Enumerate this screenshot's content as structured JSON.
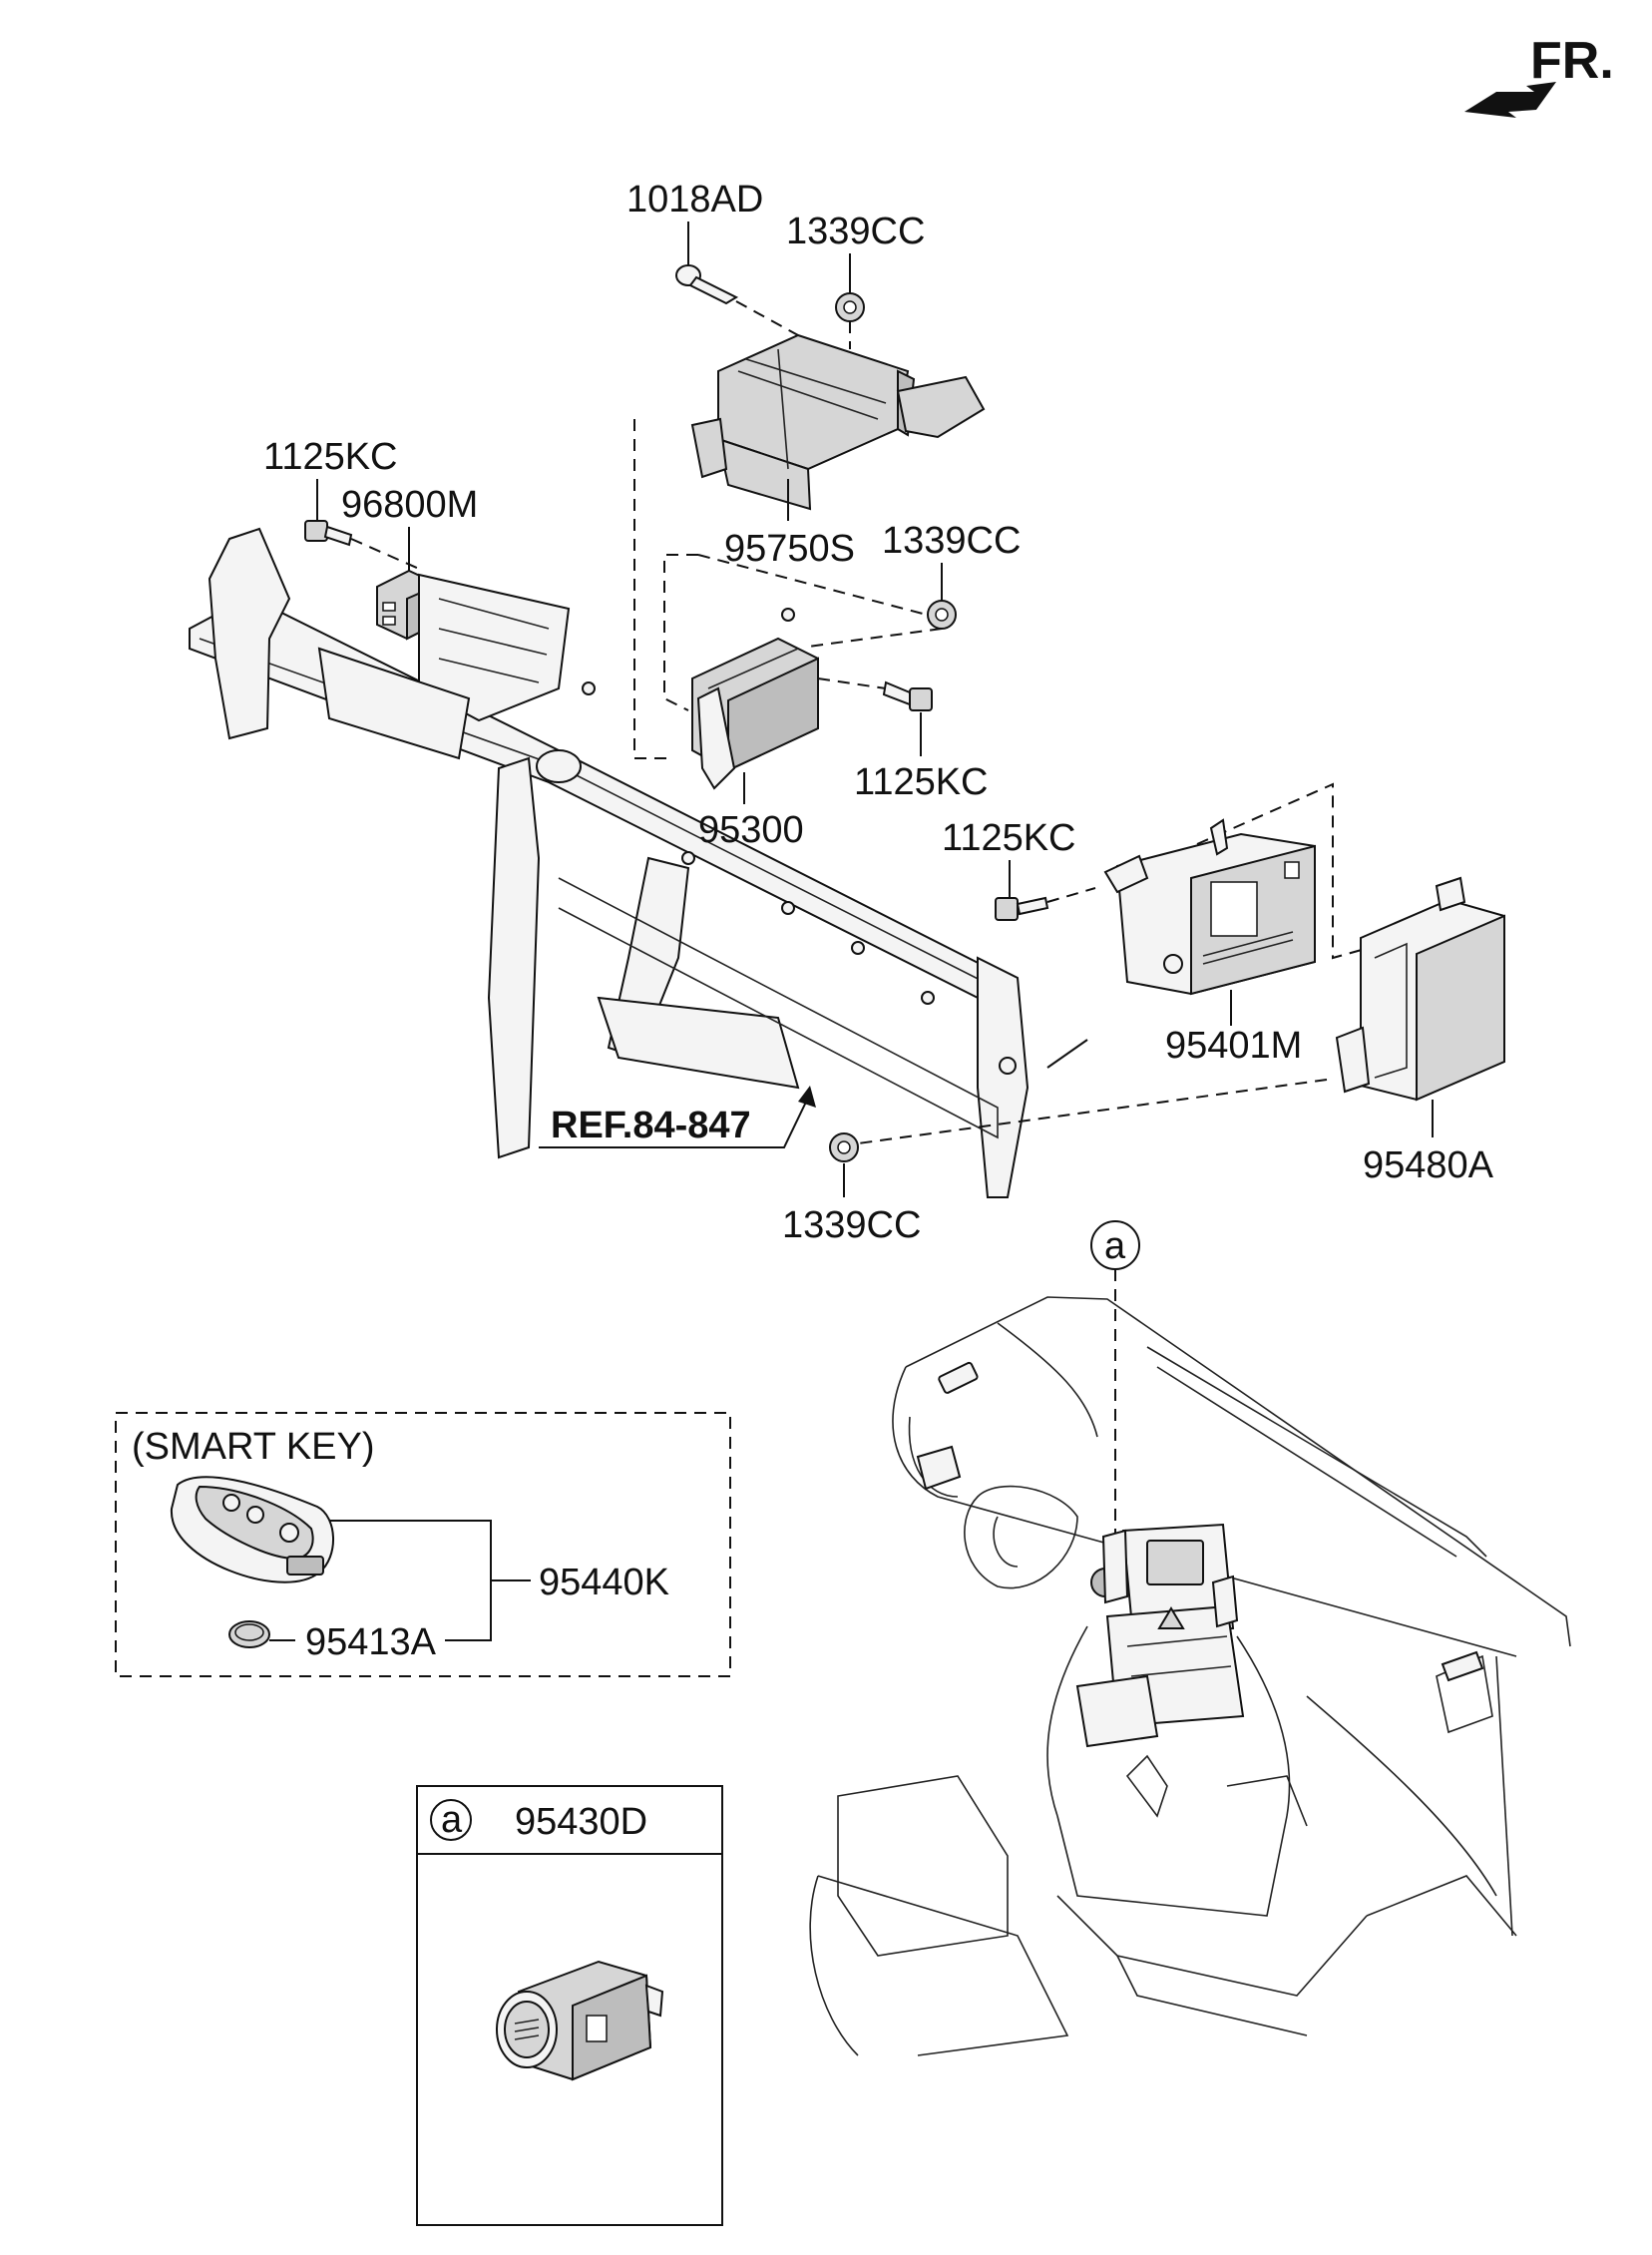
{
  "orientation": {
    "label": "FR."
  },
  "reference": {
    "label": "REF.84-847"
  },
  "callout": {
    "letter": "a"
  },
  "parts": {
    "p1018AD": "1018AD",
    "p1339CC_top": "1339CC",
    "p95750S": "95750S",
    "p1125KC_left": "1125KC",
    "p96800M": "96800M",
    "p1339CC_mid": "1339CC",
    "p1125KC_mid": "1125KC",
    "p95300": "95300",
    "p1125KC_right": "1125KC",
    "p95401M": "95401M",
    "p95480A": "95480A",
    "p1339CC_bottom": "1339CC",
    "p95440K": "95440K",
    "p95413A": "95413A",
    "p95430D": "95430D"
  },
  "smart_key_box": {
    "title": "(SMART KEY)"
  },
  "detail_box": {
    "letter": "a",
    "part": "95430D"
  }
}
